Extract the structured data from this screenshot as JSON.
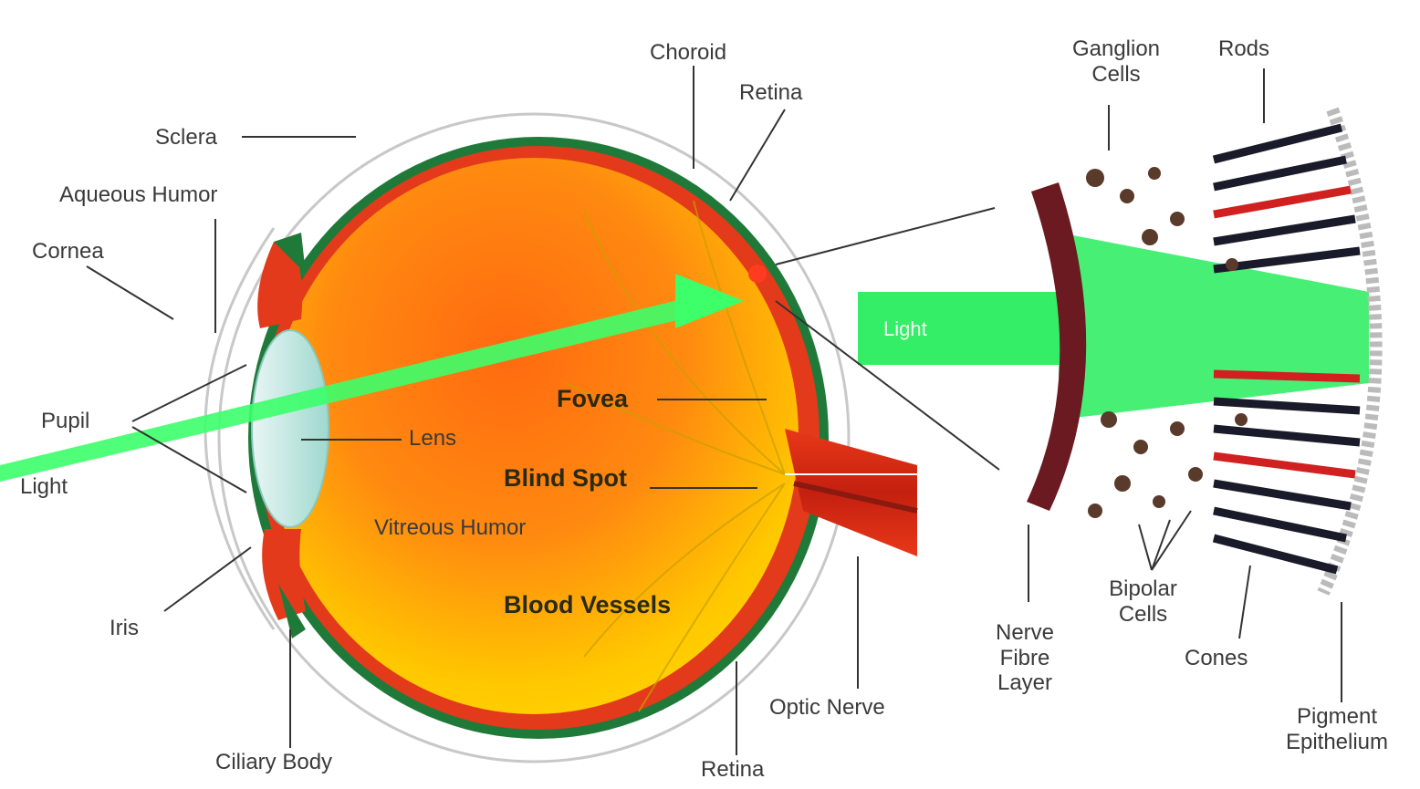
{
  "labels": {
    "choroid": "Choroid",
    "retina_top": "Retina",
    "sclera": "Sclera",
    "aqueous_humor": "Aqueous Humor",
    "cornea": "Cornea",
    "pupil": "Pupil",
    "light_left": "Light",
    "lens": "Lens",
    "fovea": "Fovea",
    "blind_spot": "Blind Spot",
    "vitreous_humor": "Vitreous Humor",
    "blood_vessels": "Blood Vessels",
    "iris": "Iris",
    "ciliary_body": "Ciliary Body",
    "retina_bottom": "Retina",
    "optic_nerve": "Optic Nerve",
    "light_right": "Light",
    "ganglion_cells": "Ganglion Cells",
    "rods": "Rods",
    "nerve_fibre_layer": "Nerve Fibre Layer",
    "bipolar_cells": "Bipolar Cells",
    "cones": "Cones",
    "pigment_epithelium": "Pigment Epithelium"
  },
  "colors": {
    "eyeball_outer": "#ff6a00",
    "eyeball_inner": "#ffcc00",
    "choroid_green": "#1f7a3a",
    "retina_red": "#e23a1a",
    "light_beam": "#33ff66",
    "rod_dark": "#1a1a2a",
    "cone_red": "#d02020",
    "nerve_layer": "#6a1a20"
  }
}
